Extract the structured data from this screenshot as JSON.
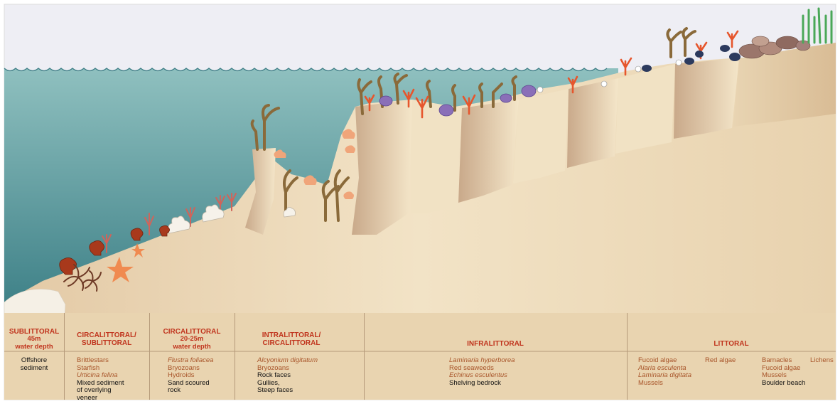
{
  "zones": [
    {
      "title": "SUBLITTORAL",
      "sub": "45m",
      "sub2": "water depth",
      "lines": [
        {
          "t": "Offshore",
          "c": "c-black"
        },
        {
          "t": "sediment",
          "c": "c-black"
        }
      ]
    },
    {
      "title": "CIRCALITTORAL/",
      "title2": "SUBLITTORAL",
      "lines": [
        {
          "t": "Brittlestars",
          "c": "c-brown"
        },
        {
          "t": "Starfish",
          "c": "c-brown"
        },
        {
          "t": "Urticina felina",
          "c": "c-brown it"
        },
        {
          "t": "Mixed sediment",
          "c": "c-black"
        },
        {
          "t": "of overlying",
          "c": "c-black"
        },
        {
          "t": "veneer",
          "c": "c-black"
        }
      ]
    },
    {
      "title": "CIRCALITTORAL",
      "sub": "20-25m",
      "sub2": "water depth",
      "lines": [
        {
          "t": "Flustra foliacea",
          "c": "c-brown it"
        },
        {
          "t": "Bryozoans",
          "c": "c-brown"
        },
        {
          "t": "Hydroids",
          "c": "c-brown"
        },
        {
          "t": "Sand scoured",
          "c": "c-black"
        },
        {
          "t": "rock",
          "c": "c-black"
        }
      ]
    },
    {
      "title": "INTRALITTORAL/",
      "title2": "CIRCALITTORAL",
      "lines": [
        {
          "t": "Alcyonium digitatum",
          "c": "c-brown it"
        },
        {
          "t": "Bryozoans",
          "c": "c-brown"
        },
        {
          "t": "Rock faces",
          "c": "c-black"
        },
        {
          "t": "Gullies,",
          "c": "c-black"
        },
        {
          "t": "Steep faces",
          "c": "c-black"
        }
      ]
    },
    {
      "title": "INFRALITTORAL",
      "lines": [
        {
          "t": "Laminaria hyperborea",
          "c": "c-brown it"
        },
        {
          "t": "Red seaweeds",
          "c": "c-brown"
        },
        {
          "t": "Echinus esculentus",
          "c": "c-brown it"
        },
        {
          "t": "Shelving bedrock",
          "c": "c-black"
        }
      ]
    },
    {
      "title": "LITTORAL",
      "col1": [
        {
          "t": "Fucoid algae",
          "c": "c-brown"
        },
        {
          "t": "Alaria esculenta",
          "c": "c-brown it"
        },
        {
          "t": "Laminaria digitata",
          "c": "c-brown it"
        },
        {
          "t": "Mussels",
          "c": "c-brown"
        }
      ],
      "col2": [
        {
          "t": "Red algae",
          "c": "c-brown"
        }
      ],
      "col3": [
        {
          "t": "Barnacles",
          "c": "c-brown"
        },
        {
          "t": "Fucoid algae",
          "c": "c-brown"
        },
        {
          "t": "Mussels",
          "c": "c-brown"
        },
        {
          "t": "Boulder beach",
          "c": "c-black"
        }
      ],
      "col4": [
        {
          "t": "Lichens",
          "c": "c-brown"
        }
      ]
    }
  ],
  "colors": {
    "sky": "#eeeef4",
    "sea_top": "#7fb4b4",
    "sea_bottom": "#3c7f86",
    "sand": "#eddcba",
    "rock_light": "#f5e8cc",
    "rock_dark": "#c8a987",
    "label_red": "#c0341d",
    "kelp": "#8a6a3a",
    "coral": "#e6562d",
    "sponge": "#f0a57a",
    "urchin": "#8a6fb8",
    "mussel": "#2c3a5e"
  }
}
